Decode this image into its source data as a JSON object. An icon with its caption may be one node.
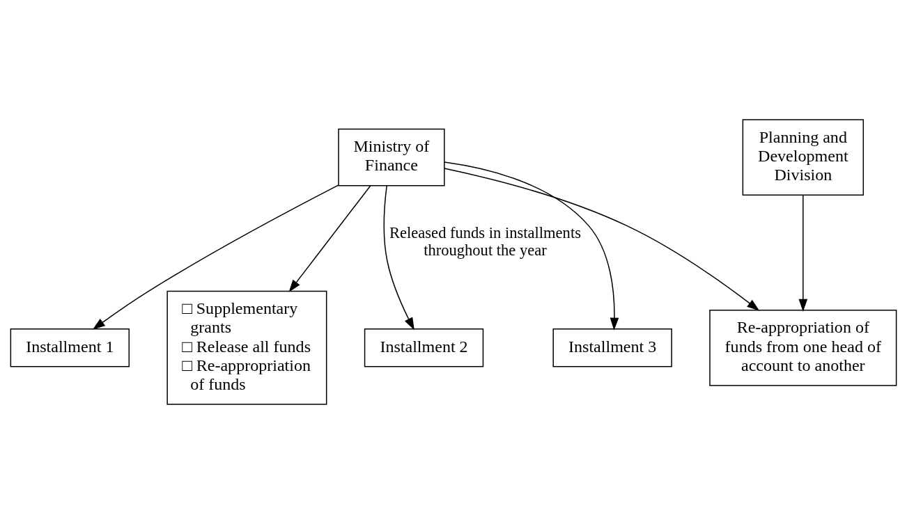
{
  "diagram": {
    "nodes": [
      {
        "text": [
          "Ministry of Finance"
        ]
      },
      {
        "text": [
          "Planning and Development Division"
        ]
      },
      {
        "text": [
          "Installment 1"
        ]
      },
      {
        "text": [
          "Installment 2"
        ]
      },
      {
        "text": [
          "Installment 3"
        ]
      },
      {
        "text": [
          "Re-appropriation of funds from one head of account to another"
        ]
      },
      {
        "text": [
          "□ Supplementary grants",
          "□ Release all funds",
          "□ Re-appropriation of funds"
        ]
      }
    ],
    "edges": [
      {
        "from": 0,
        "to": 2,
        "arrow": "to"
      },
      {
        "from": 0,
        "to": 3,
        "arrow": "to",
        "label": "Released funds in installments throughout the year"
      },
      {
        "from": 0,
        "to": 4,
        "arrow": "to"
      },
      {
        "from": 0,
        "to": 5,
        "arrow": "to"
      },
      {
        "from": 1,
        "to": 5,
        "arrow": "to"
      },
      {
        "from": 0,
        "to": 6,
        "arrow": "to"
      }
    ]
  }
}
